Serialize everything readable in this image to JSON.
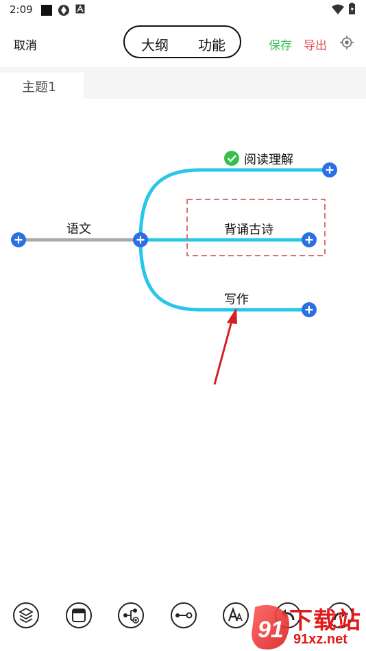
{
  "status_bar": {
    "time": "2:09",
    "icons": [
      "square-icon",
      "aperture-icon",
      "font-a-icon",
      "wifi-icon",
      "battery-icon"
    ]
  },
  "header": {
    "cancel_label": "取消",
    "tabs": [
      {
        "label": "大纲"
      },
      {
        "label": "功能"
      }
    ],
    "save_label": "保存",
    "export_label": "导出",
    "save_color": "#3cc35a",
    "export_color": "#e8494b"
  },
  "sheet_tabs": [
    {
      "label": "主题1",
      "active": true
    }
  ],
  "mindmap": {
    "root": {
      "label": "语文"
    },
    "children": [
      {
        "label": "阅读理解",
        "icon": "check-circle-icon"
      },
      {
        "label": "背诵古诗",
        "highlighted": true
      },
      {
        "label": "写作"
      }
    ],
    "branch_color": "#27c6ea",
    "root_line_color": "#aaaaaa",
    "add_button_color": "#2b6fe3"
  },
  "toolbar": {
    "items": [
      "layers-icon",
      "window-icon",
      "add-subnode-icon",
      "relation-line-icon",
      "text-style-icon",
      "undo-icon",
      "redo-icon"
    ]
  },
  "watermark": {
    "text_cn": "下载站",
    "text_en": "91xz.net",
    "logo": "91"
  }
}
